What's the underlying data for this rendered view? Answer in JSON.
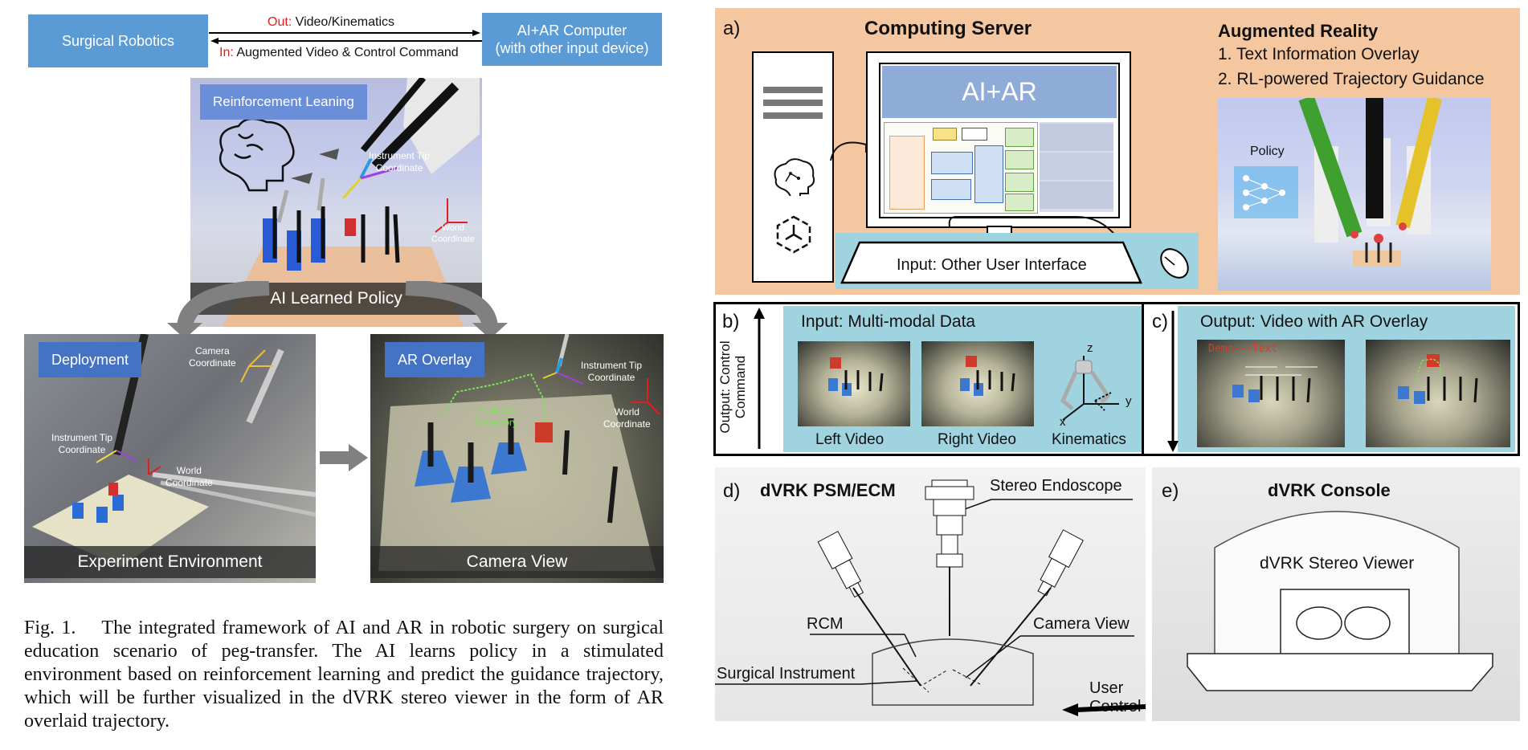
{
  "top": {
    "left_box": "Surgical Robotics",
    "right_box_line1": "AI+AR Computer",
    "right_box_line2": "(with other input device)",
    "out_prefix": "Out:",
    "out_text": " Video/Kinematics",
    "in_prefix": "In:",
    "in_text": " Augmented Video & Control Command"
  },
  "rl": {
    "tag": "Reinforcement Leaning",
    "tip_label_1": "Instrument Tip",
    "tip_label_2": "Coordinate",
    "world_label_1": "World",
    "world_label_2": "Coordinate",
    "bar": "AI Learned Policy"
  },
  "exp": {
    "tag": "Deployment",
    "camera_1": "Camera",
    "camera_2": "Coordinate",
    "tip_1": "Instrument Tip",
    "tip_2": "Coordinate",
    "world_1": "World",
    "world_2": "Coordinate",
    "bar": "Experiment Environment"
  },
  "cam": {
    "tag": "AR Overlay",
    "tip_1": "Instrument Tip",
    "tip_2": "Coordinate",
    "pred_1": "Predicted",
    "pred_2": "Trajectory",
    "world_1": "World",
    "world_2": "Coordinate",
    "bar": "Camera View"
  },
  "caption": "Fig. 1.  The integrated framework of AI and AR in robotic surgery on surgical education scenario of peg-transfer. The AI learns policy in a stimulated environment based on reinforcement learning and predict the guidance trajectory, which will be further visualized in the dVRK stereo viewer in the form of AR overlaid trajectory.",
  "panel_a": {
    "letter": "a)",
    "title": "Computing Server",
    "screen_title": "AI+AR",
    "input_label": "Input: Other User Interface",
    "ar_title": "Augmented Reality",
    "ar_item1": "1. Text Information Overlay",
    "ar_item2": "2. RL-powered Trajectory Guidance",
    "policy": "Policy"
  },
  "panel_b": {
    "letter": "b)",
    "side_1": "Output: Control",
    "side_2": "Command",
    "title": "Input: Multi-modal Data",
    "left": "Left Video",
    "right": "Right Video",
    "kin": "Kinematics",
    "axis_z": "z",
    "axis_y": "y",
    "axis_x": "x"
  },
  "panel_c": {
    "letter": "c)",
    "title": "Output: Video with AR Overlay",
    "overlay_text": "Demo---Text"
  },
  "panel_d": {
    "letter": "d)",
    "title": "dVRK PSM/ECM",
    "stereo": "Stereo Endoscope",
    "rcm": "RCM",
    "camera_view": "Camera View",
    "instrument": "Surgical Instrument",
    "user_control": "User Control"
  },
  "panel_e": {
    "letter": "e)",
    "title": "dVRK Console",
    "viewer": "dVRK Stereo Viewer"
  },
  "colors": {
    "blue_box": "#5b9bd5",
    "tag_blue": "#4472c4",
    "panel_peach": "#f4c7a1",
    "panel_cyan": "#9fd3e0",
    "red": "#e02020",
    "trajectory_green": "#7ee05a"
  }
}
